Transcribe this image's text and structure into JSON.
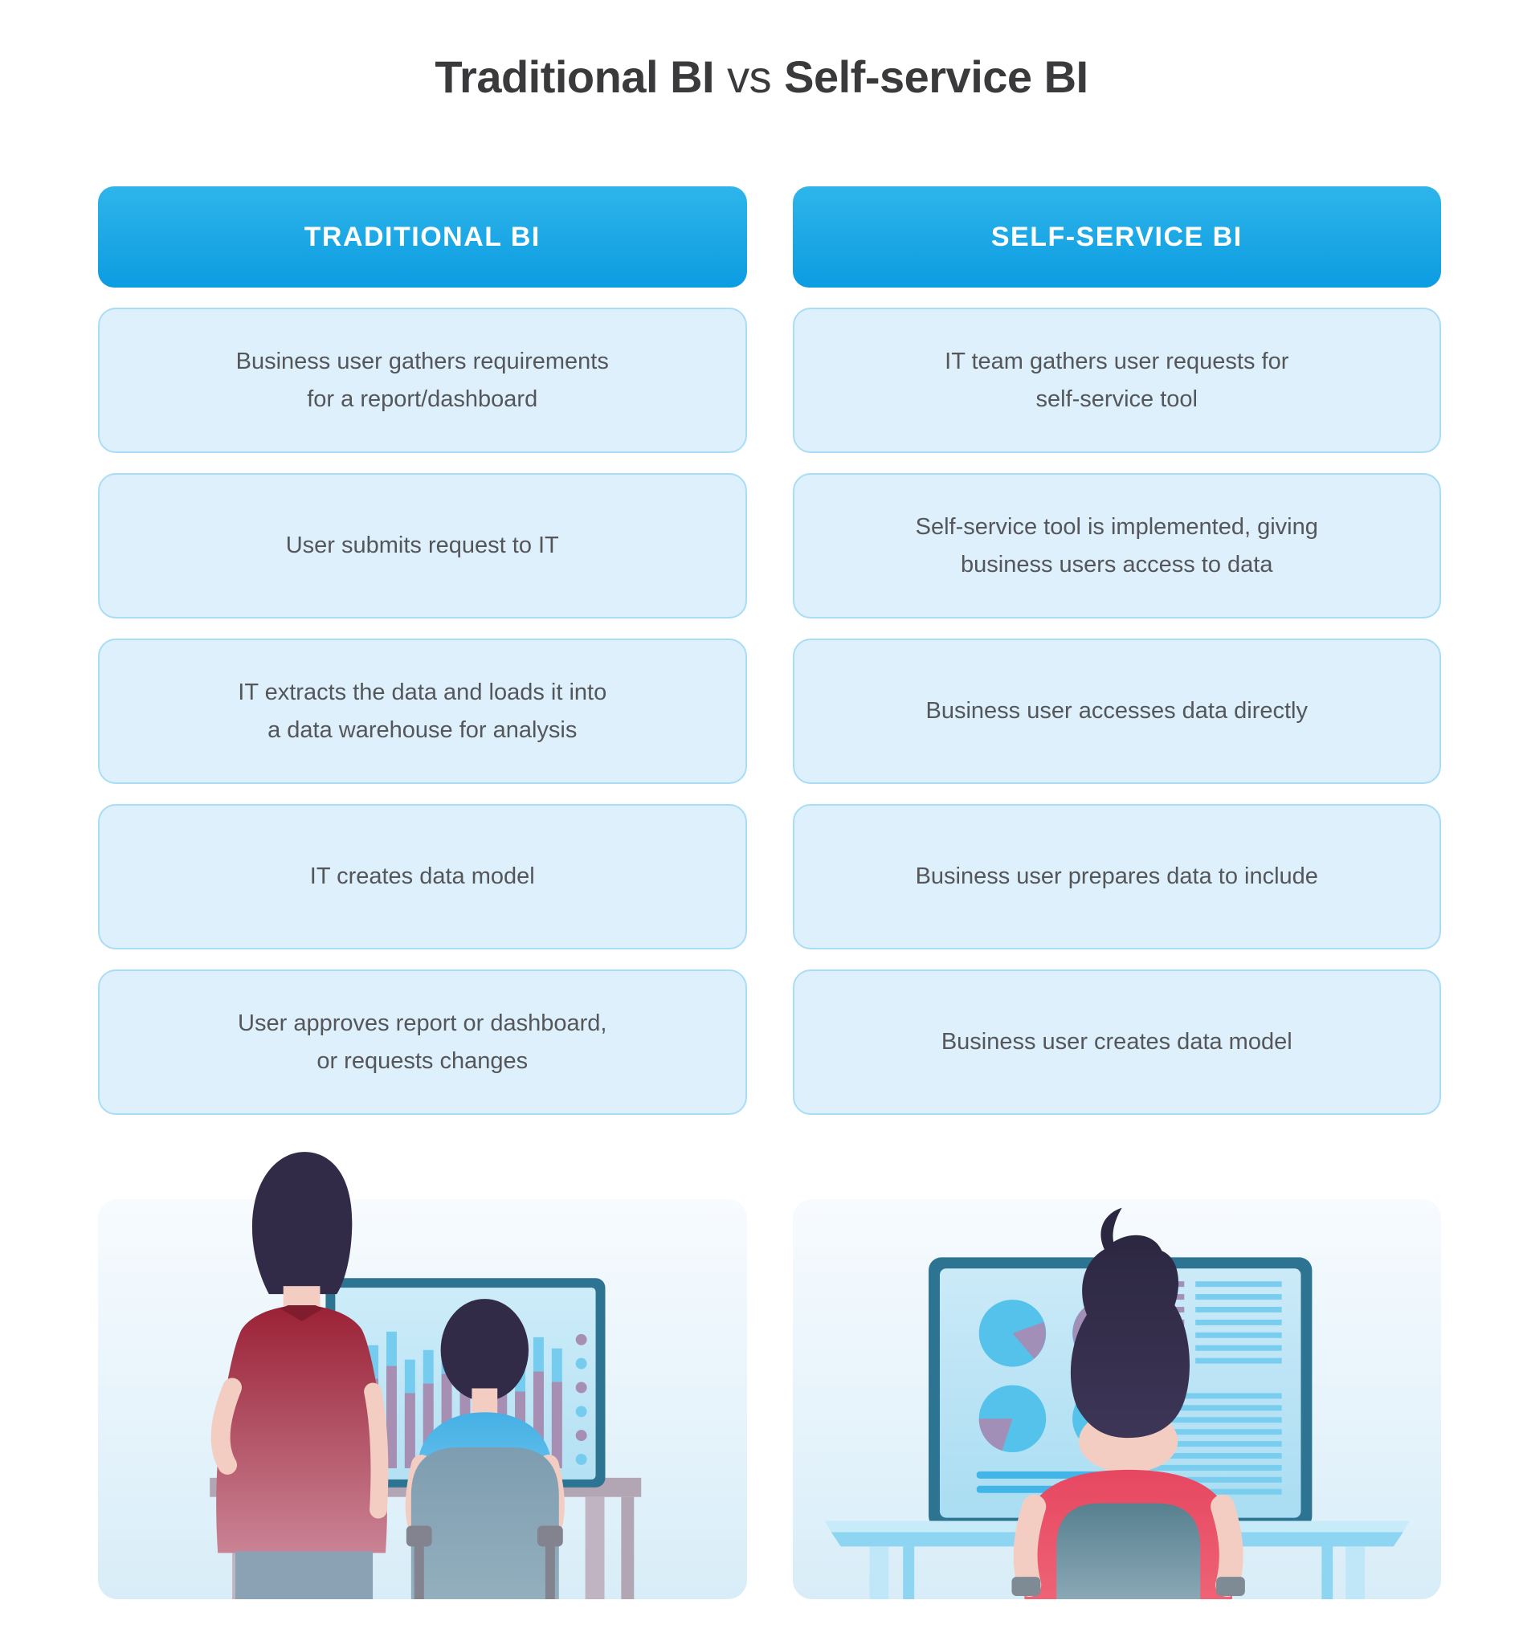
{
  "title": {
    "part1": "Traditional BI",
    "separator": "vs",
    "part2": "Self-service BI"
  },
  "columns": [
    {
      "header": "TRADITIONAL BI",
      "steps": [
        "Business user gathers requirements\nfor a report/dashboard",
        "User submits request to IT",
        "IT extracts the data and loads it into\na data warehouse for analysis",
        "IT creates data model",
        "User approves report or dashboard,\nor requests changes"
      ],
      "illustration": "it-specialist-and-user-reviewing-dashboard-monitor"
    },
    {
      "header": "SELF-SERVICE BI",
      "steps": [
        "IT team gathers user requests for\nself-service tool",
        "Self-service tool is implemented, giving\nbusiness users access to data",
        "Business user accesses data directly",
        "Business user prepares data to include",
        "Business user creates data model"
      ],
      "illustration": "business-user-working-alone-with-bi-dashboard"
    }
  ],
  "colors": {
    "header_gradient_top": "#2eb5ea",
    "header_gradient_bottom": "#0c9ce1",
    "step_box_fill": "#ddf0fb",
    "step_box_border": "#a9ddf5",
    "step_text": "#55565a",
    "title_text": "#3a393b",
    "card_gradient_top": "#f7fbfe",
    "card_gradient_bottom": "#d8edf8",
    "monitor_frame": "#2d7392",
    "screen_fill": "#c3e8f6",
    "chart_blue": "#76ccef",
    "chart_mauve": "#a78fb3",
    "hair": "#322b48",
    "skin": "#f4cdc2",
    "red_shirt": "#9b2136",
    "blue_shirt": "#45b0e5",
    "crimson_shirt": "#e64760",
    "desk_gray": "#b2a6b4",
    "desk_blue": "#8ed5f1",
    "chair_gray_blue": "#7e9db0"
  }
}
